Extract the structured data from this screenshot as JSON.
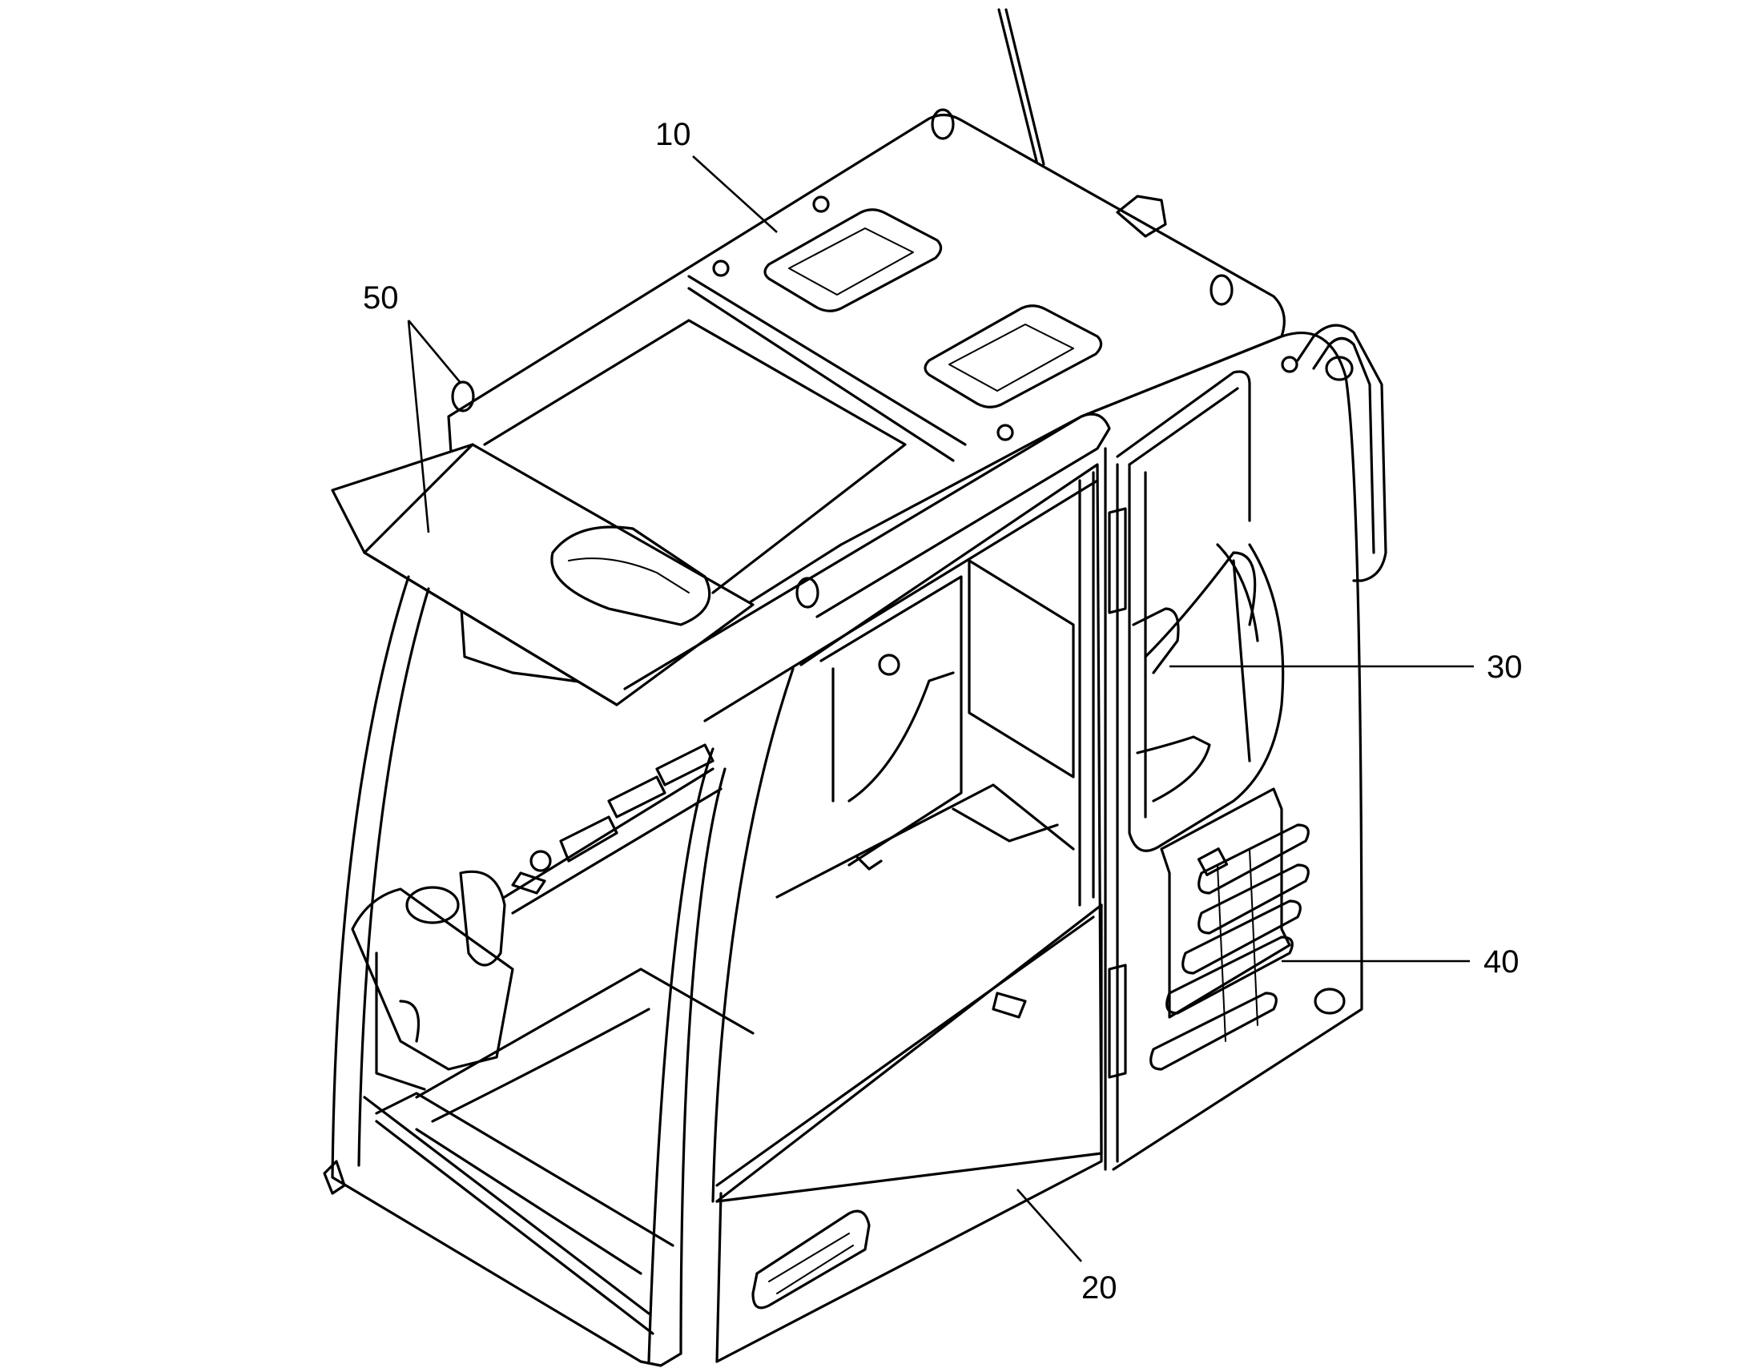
{
  "callouts": [
    {
      "id": "10",
      "label": "10",
      "part": "cab-roof"
    },
    {
      "id": "20",
      "label": "20",
      "part": "cab-door"
    },
    {
      "id": "30",
      "label": "30",
      "part": "rear-window"
    },
    {
      "id": "40",
      "label": "40",
      "part": "side-louver-panel"
    },
    {
      "id": "50",
      "label": "50",
      "part": "front-sun-visor"
    }
  ],
  "colors": {
    "line": "#000000",
    "background": "#ffffff"
  }
}
